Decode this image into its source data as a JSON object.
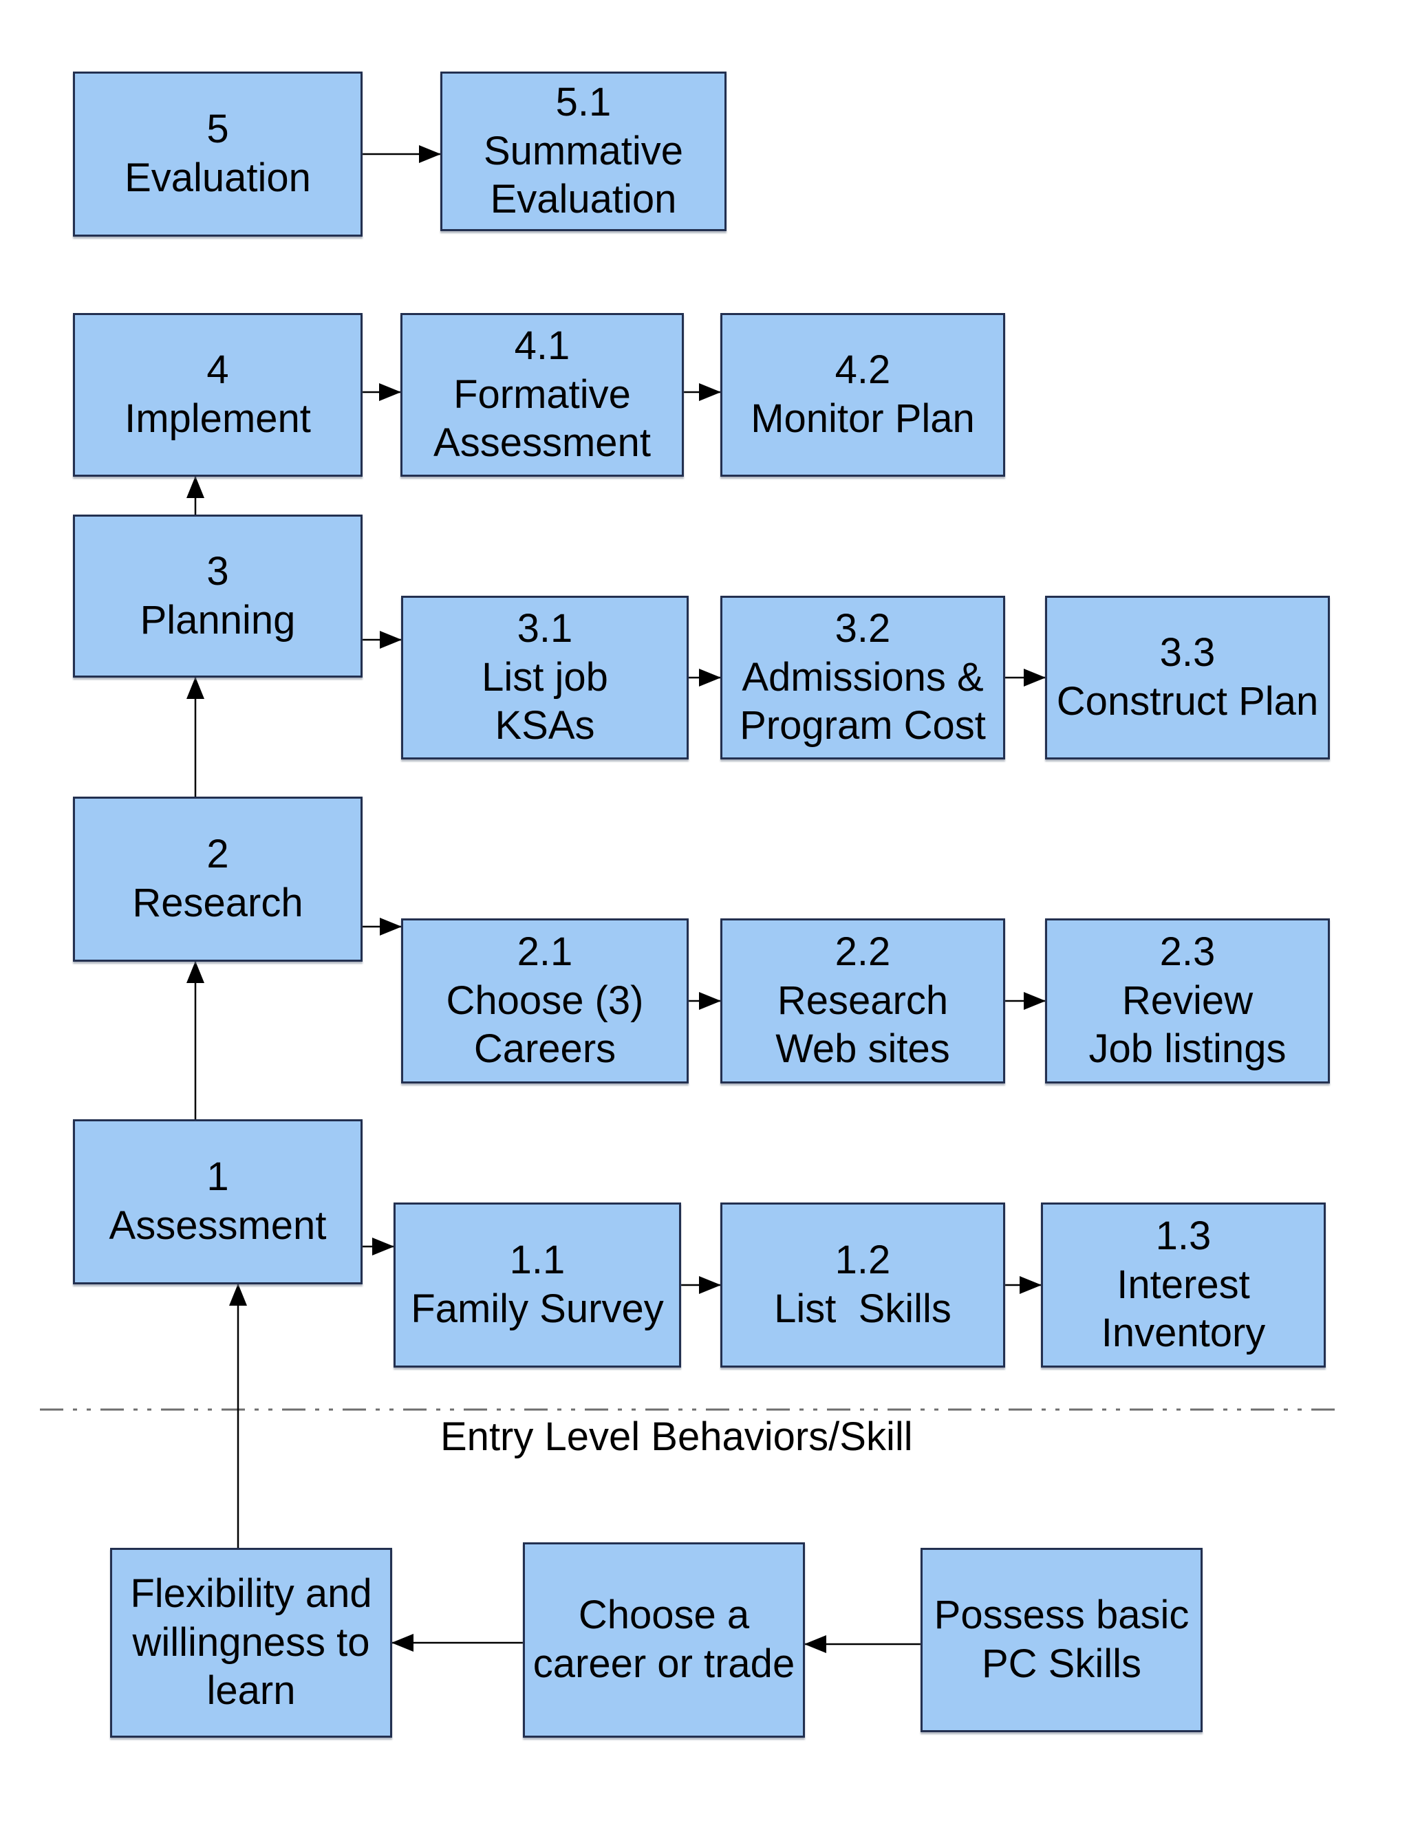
{
  "diagram": {
    "title": "",
    "divider_label": "Entry Level Behaviors/Skill",
    "colors": {
      "background": "#FFFFFF",
      "box_fill": "#A0CAF5",
      "box_border": "#233050",
      "arrow": "#000000",
      "divider": "#6E6E6E",
      "text": "#000000"
    },
    "nodes": {
      "step5": {
        "label": "5\nEvaluation"
      },
      "step5_1": {
        "label": "5.1\nSummative\nEvaluation"
      },
      "step4": {
        "label": "4\nImplement"
      },
      "step4_1": {
        "label": "4.1\nFormative\nAssessment"
      },
      "step4_2": {
        "label": "4.2\nMonitor Plan"
      },
      "step3": {
        "label": "3\nPlanning"
      },
      "step3_1": {
        "label": "3.1\nList job\nKSAs"
      },
      "step3_2": {
        "label": "3.2\nAdmissions &\nProgram Cost"
      },
      "step3_3": {
        "label": "3.3\nConstruct Plan"
      },
      "step2": {
        "label": "2\nResearch"
      },
      "step2_1": {
        "label": "2.1\nChoose (3)\nCareers"
      },
      "step2_2": {
        "label": "2.2\nResearch\nWeb sites"
      },
      "step2_3": {
        "label": "2.3\nReview\nJob listings"
      },
      "step1": {
        "label": "1\nAssessment"
      },
      "step1_1": {
        "label": "1.1\nFamily Survey"
      },
      "step1_2": {
        "label": "1.2\nList  Skills"
      },
      "step1_3": {
        "label": "1.3\nInterest\nInventory"
      },
      "flexibility": {
        "label": "Flexibility and\nwillingness to\nlearn"
      },
      "choose_career": {
        "label": "Choose a\ncareer or trade"
      },
      "pc_skills": {
        "label": "Possess basic\nPC Skills"
      }
    },
    "edges": [
      {
        "from": "step5",
        "to": "step5_1"
      },
      {
        "from": "step4",
        "to": "step4_1"
      },
      {
        "from": "step4_1",
        "to": "step4_2"
      },
      {
        "from": "step3",
        "to": "step3_1"
      },
      {
        "from": "step3_1",
        "to": "step3_2"
      },
      {
        "from": "step3_2",
        "to": "step3_3"
      },
      {
        "from": "step2",
        "to": "step2_1"
      },
      {
        "from": "step2_1",
        "to": "step2_2"
      },
      {
        "from": "step2_2",
        "to": "step2_3"
      },
      {
        "from": "step1",
        "to": "step1_1"
      },
      {
        "from": "step1_1",
        "to": "step1_2"
      },
      {
        "from": "step1_2",
        "to": "step1_3"
      },
      {
        "from": "step3",
        "to": "step4"
      },
      {
        "from": "step2",
        "to": "step3"
      },
      {
        "from": "step1",
        "to": "step2"
      },
      {
        "from": "flexibility",
        "to": "step1"
      },
      {
        "from": "choose_career",
        "to": "flexibility"
      },
      {
        "from": "pc_skills",
        "to": "choose_career"
      }
    ]
  }
}
